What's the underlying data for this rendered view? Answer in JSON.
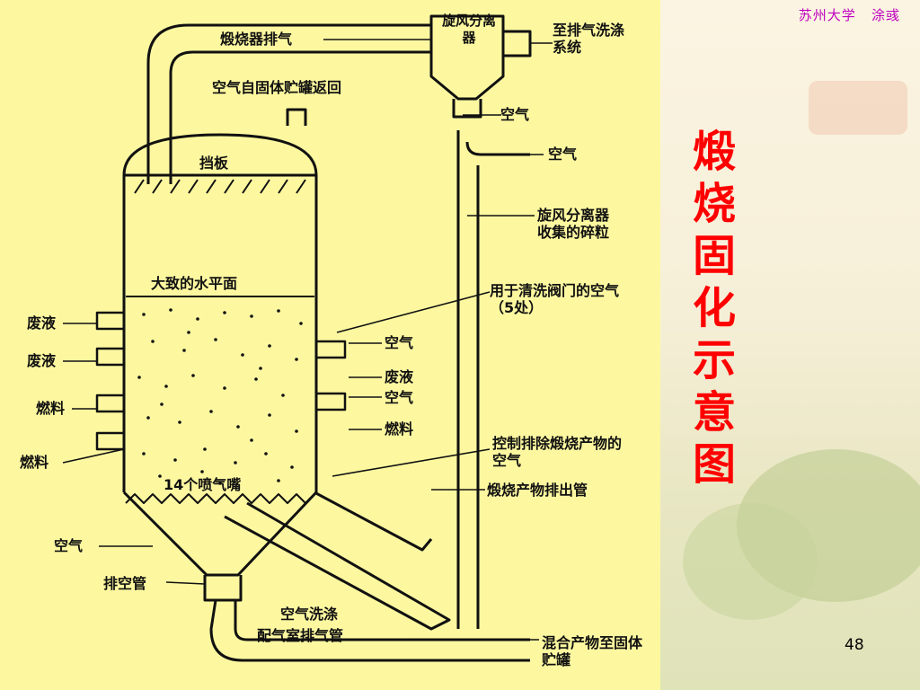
{
  "header": {
    "text": "苏州大学   涂彧"
  },
  "title": {
    "chars": [
      "煅",
      "烧",
      "固",
      "化",
      "示",
      "意",
      "图"
    ]
  },
  "page_number": "48",
  "diagram": {
    "labels": {
      "calciner_exhaust": "煅烧器排气",
      "cyclone": "旋风分离器",
      "to_exhaust": "至排气洗涤系统",
      "air_return": "空气自固体贮罐返回",
      "air_top": "空气",
      "air_upper": "空气",
      "baffle": "挡板",
      "cyclone_fines": "旋风分离器收集的碎粒",
      "approx_level": "大致的水平面",
      "valve_air": "用于清洗阀门的空气（5处）",
      "waste_l1": "废液",
      "waste_l2": "废液",
      "fuel_l1": "燃料",
      "fuel_l2": "燃料",
      "air_r1": "空气",
      "waste_r": "废液",
      "air_r2": "空气",
      "fuel_r": "燃料",
      "control_air": "控制排除煅烧产物的空气",
      "nozzles": "14个喷气嘴",
      "product_outlet": "煅烧产物排出管",
      "air_bottom": "空气",
      "vent_pipe": "排空管",
      "air_wash": "空气洗涤",
      "distributor_exhaust": "配气室排气管",
      "to_storage": "混合产物至固体贮罐"
    }
  }
}
